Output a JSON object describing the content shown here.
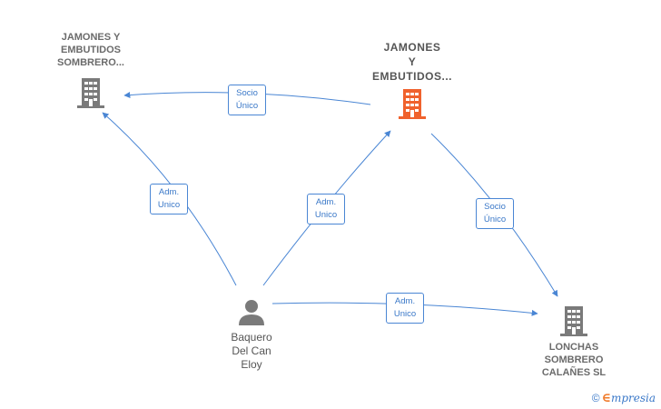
{
  "nodes": {
    "jamones_sombrero": {
      "label": "JAMONES Y\nEMBUTIDOS\nSOMBRERO...",
      "color": "#7a7a7a"
    },
    "jamones_main": {
      "label": "JAMONES\nY\nEMBUTIDOS...",
      "color": "#f0622d"
    },
    "lonchas": {
      "label": "LONCHAS\nSOMBRERO\nCALAÑES  SL",
      "color": "#7a7a7a"
    },
    "person": {
      "label": "Baquero\nDel Can\nEloy",
      "color": "#7a7a7a"
    }
  },
  "edges": {
    "main_to_sombrero": "Socio\nÚnico",
    "person_to_sombrero": "Adm.\nUnico",
    "person_to_main": "Adm.\nUnico",
    "main_to_lonchas": "Socio\nÚnico",
    "person_to_lonchas": "Adm.\nUnico"
  },
  "footer": {
    "copyright": "©",
    "brand_e": "∈",
    "brand_rest": "mpresia"
  },
  "colors": {
    "edge": "#4a86d4"
  }
}
